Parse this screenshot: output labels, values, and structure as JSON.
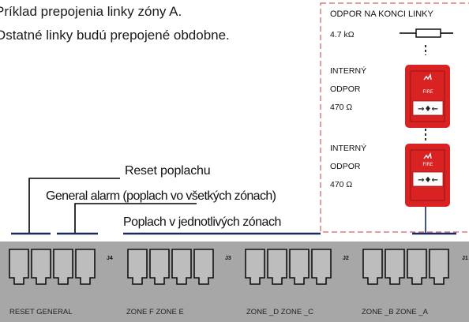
{
  "intro": {
    "line1": "Príklad prepojenia linky zóny A.",
    "line2": "Ostatné linky budú prepojené obdobne."
  },
  "labels": {
    "reset": "Reset poplachu",
    "general": "General alarm (poplach vo všetkých zónach)",
    "zones": "Poplach v jednotlivých zónach"
  },
  "right_panel": {
    "title": "ODPOR NA KONCI LINKY",
    "end_resistor_value": "4.7 kΩ",
    "call_points": [
      {
        "line1": "INTERNÝ",
        "line2": "ODPOR",
        "value": "470 Ω"
      },
      {
        "line1": "INTERNÝ",
        "line2": "ODPOR",
        "value": "470 Ω"
      }
    ]
  },
  "connectors": [
    {
      "id": "J4",
      "caption": "RESET GENERAL"
    },
    {
      "id": "J3",
      "caption": "ZONE  F ZONE  E"
    },
    {
      "id": "J2",
      "caption": "ZONE _D ZONE _C"
    },
    {
      "id": "J1",
      "caption": "ZONE _B ZONE _A"
    }
  ],
  "colors": {
    "board": "#a7a7a7",
    "call_point": "#d92323",
    "dashed_border": "#c83c3c"
  }
}
